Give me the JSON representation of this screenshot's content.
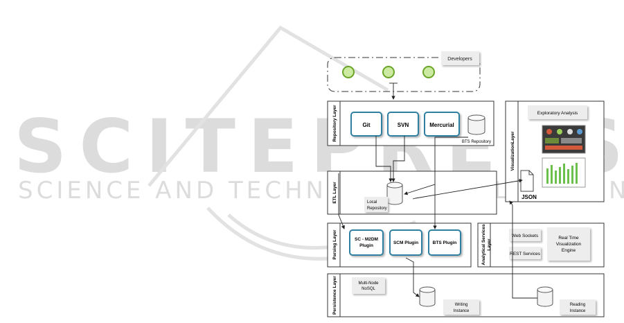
{
  "watermark": {
    "brand": "SCITEPRESS",
    "tagline": "SCIENCE AND TECHNOLOGY PUBLICATIONS"
  },
  "developers": {
    "label": "Developers"
  },
  "layers": {
    "repository": "Repository Layer",
    "etl": "ETL Layer",
    "parsing": "Parsing Layer",
    "persistence": "Persistence Layer",
    "visualization": "VisualizationLayer",
    "analytical": "Analytical Services Layer"
  },
  "repository": {
    "git": "Git",
    "svn": "SVN",
    "mercurial": "Mercurial",
    "bts": "BTS Repository"
  },
  "etl": {
    "local_line1": "Local",
    "local_line2": "Repository"
  },
  "parsing": {
    "sc_line1": "SC - M2DM",
    "sc_line2": "Plugin",
    "scm": "SCM Plugin",
    "bts": "BTS Plugin"
  },
  "persistence": {
    "multinode_line1": "Multi-Node",
    "multinode_line2": "NoSQL",
    "writing_line1": "Writing",
    "writing_line2": "Instance",
    "reading_line1": "Reading",
    "reading_line2": "Instance"
  },
  "visualization": {
    "exploratory": "Exploratory Analysis",
    "json": "JSON"
  },
  "analytical": {
    "websockets": "Web Sockets",
    "rest": "REST Services",
    "rt_line1": "Real Time",
    "rt_line2": "Visualization",
    "rt_line3": "Engine"
  }
}
